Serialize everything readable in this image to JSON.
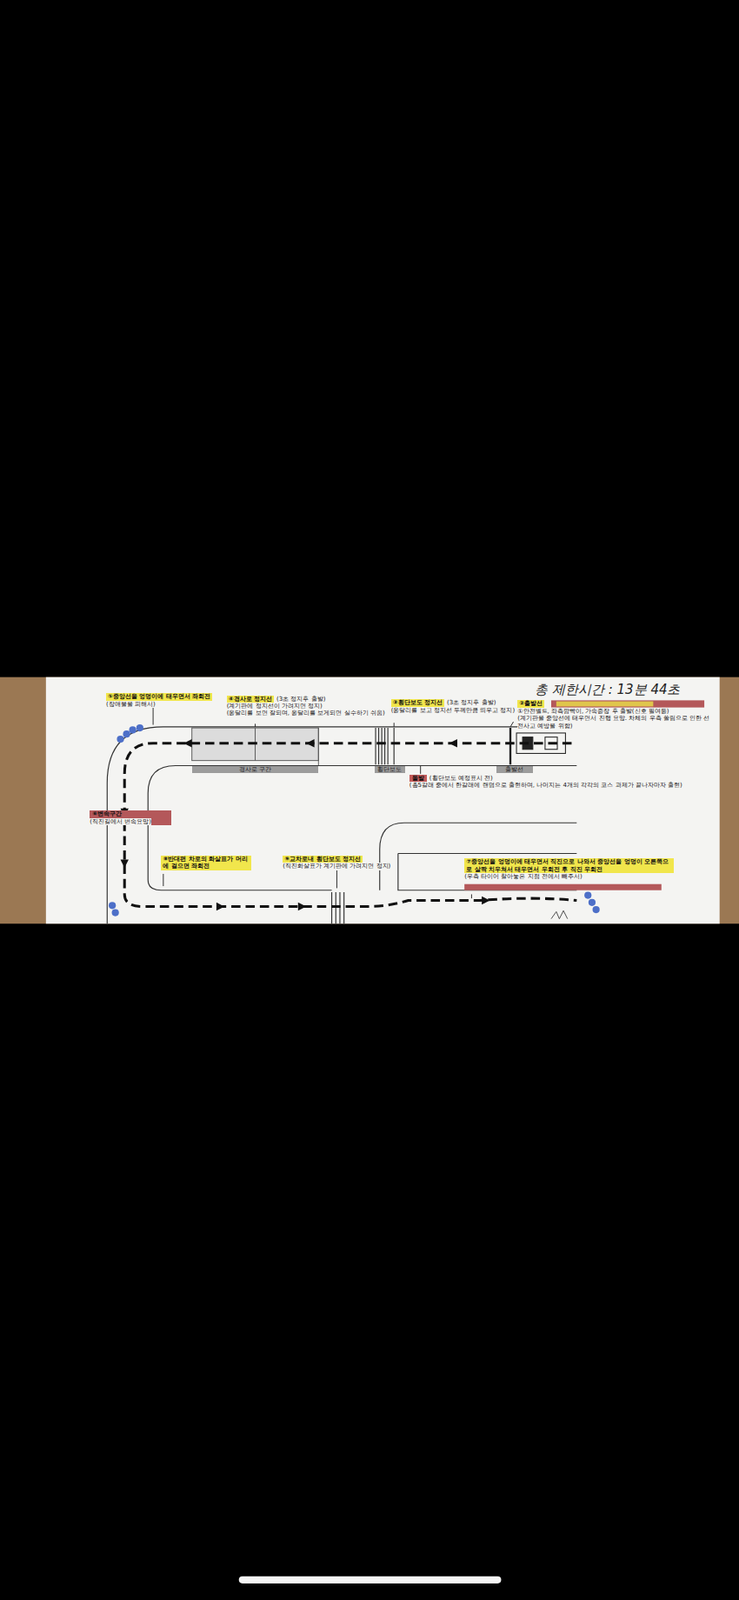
{
  "diagram": {
    "title": "총 제한시간 : 13분 44초",
    "nodes": [
      {
        "text": [
          "⑤중앙선을 엉덩이에 태우면서 좌회전",
          "(장애물을 피해서)"
        ]
      },
      {
        "text": [
          "④경사로 정지선",
          "(3초 정지후 출발)",
          "(계기판에 정지선이 가려지면 정지)",
          "(옹달리를 보면 잘되며, 옹달리를 보게되면 실수하기 쉬움)"
        ]
      },
      {
        "text": [
          "③횡단보도 정지선",
          "(3초 정지후 출발)",
          "(옹달리를 보고 정지선 두께만큼 띄우고 정지)"
        ]
      },
      {
        "text": [
          "②출발선",
          "①안전벨트, 좌측깜빡이, 가속증장 후 출발(신호 필여등)",
          "(계기판을 중앙선에 태우면서 진행 요망. 차체의 우측 쏠림으로 인한 선전사고 예방을 위함)"
        ]
      },
      {
        "text": [
          "경사로 구간"
        ]
      },
      {
        "text": [
          "횡단보도"
        ]
      },
      {
        "text": [
          "출발선"
        ]
      },
      {
        "text": [
          "돌발",
          "(횡단보도 예정표시 전)",
          "(총5갈래 중에서 한갈래에 랜덤으로 출현하며, 나머지는 4개의 각각의 코스 과제가 끝나자마자 출현)"
        ]
      },
      {
        "text": [
          "⑥변속구간",
          "(직진길에서 변속요망)"
        ]
      },
      {
        "text": [
          "⑧반대편 차로의 화살표가 머리에 걸으면 좌회전"
        ]
      },
      {
        "text": [
          "⑨교차로내 횡단보도 정지선",
          "(직진화살표가 계기판에 가려지면 정지)"
        ]
      },
      {
        "text": [
          "⑦중앙선을 엉덩이에 태우면서 직진으로 나와서 중앙선을 엉덩이 오른쪽으로 살짝 치우쳐서 태우면서 우회전 후 직진 우회전",
          "(우측 타이어 찰아놓은 지점 전에서 빼주서)"
        ]
      }
    ]
  }
}
